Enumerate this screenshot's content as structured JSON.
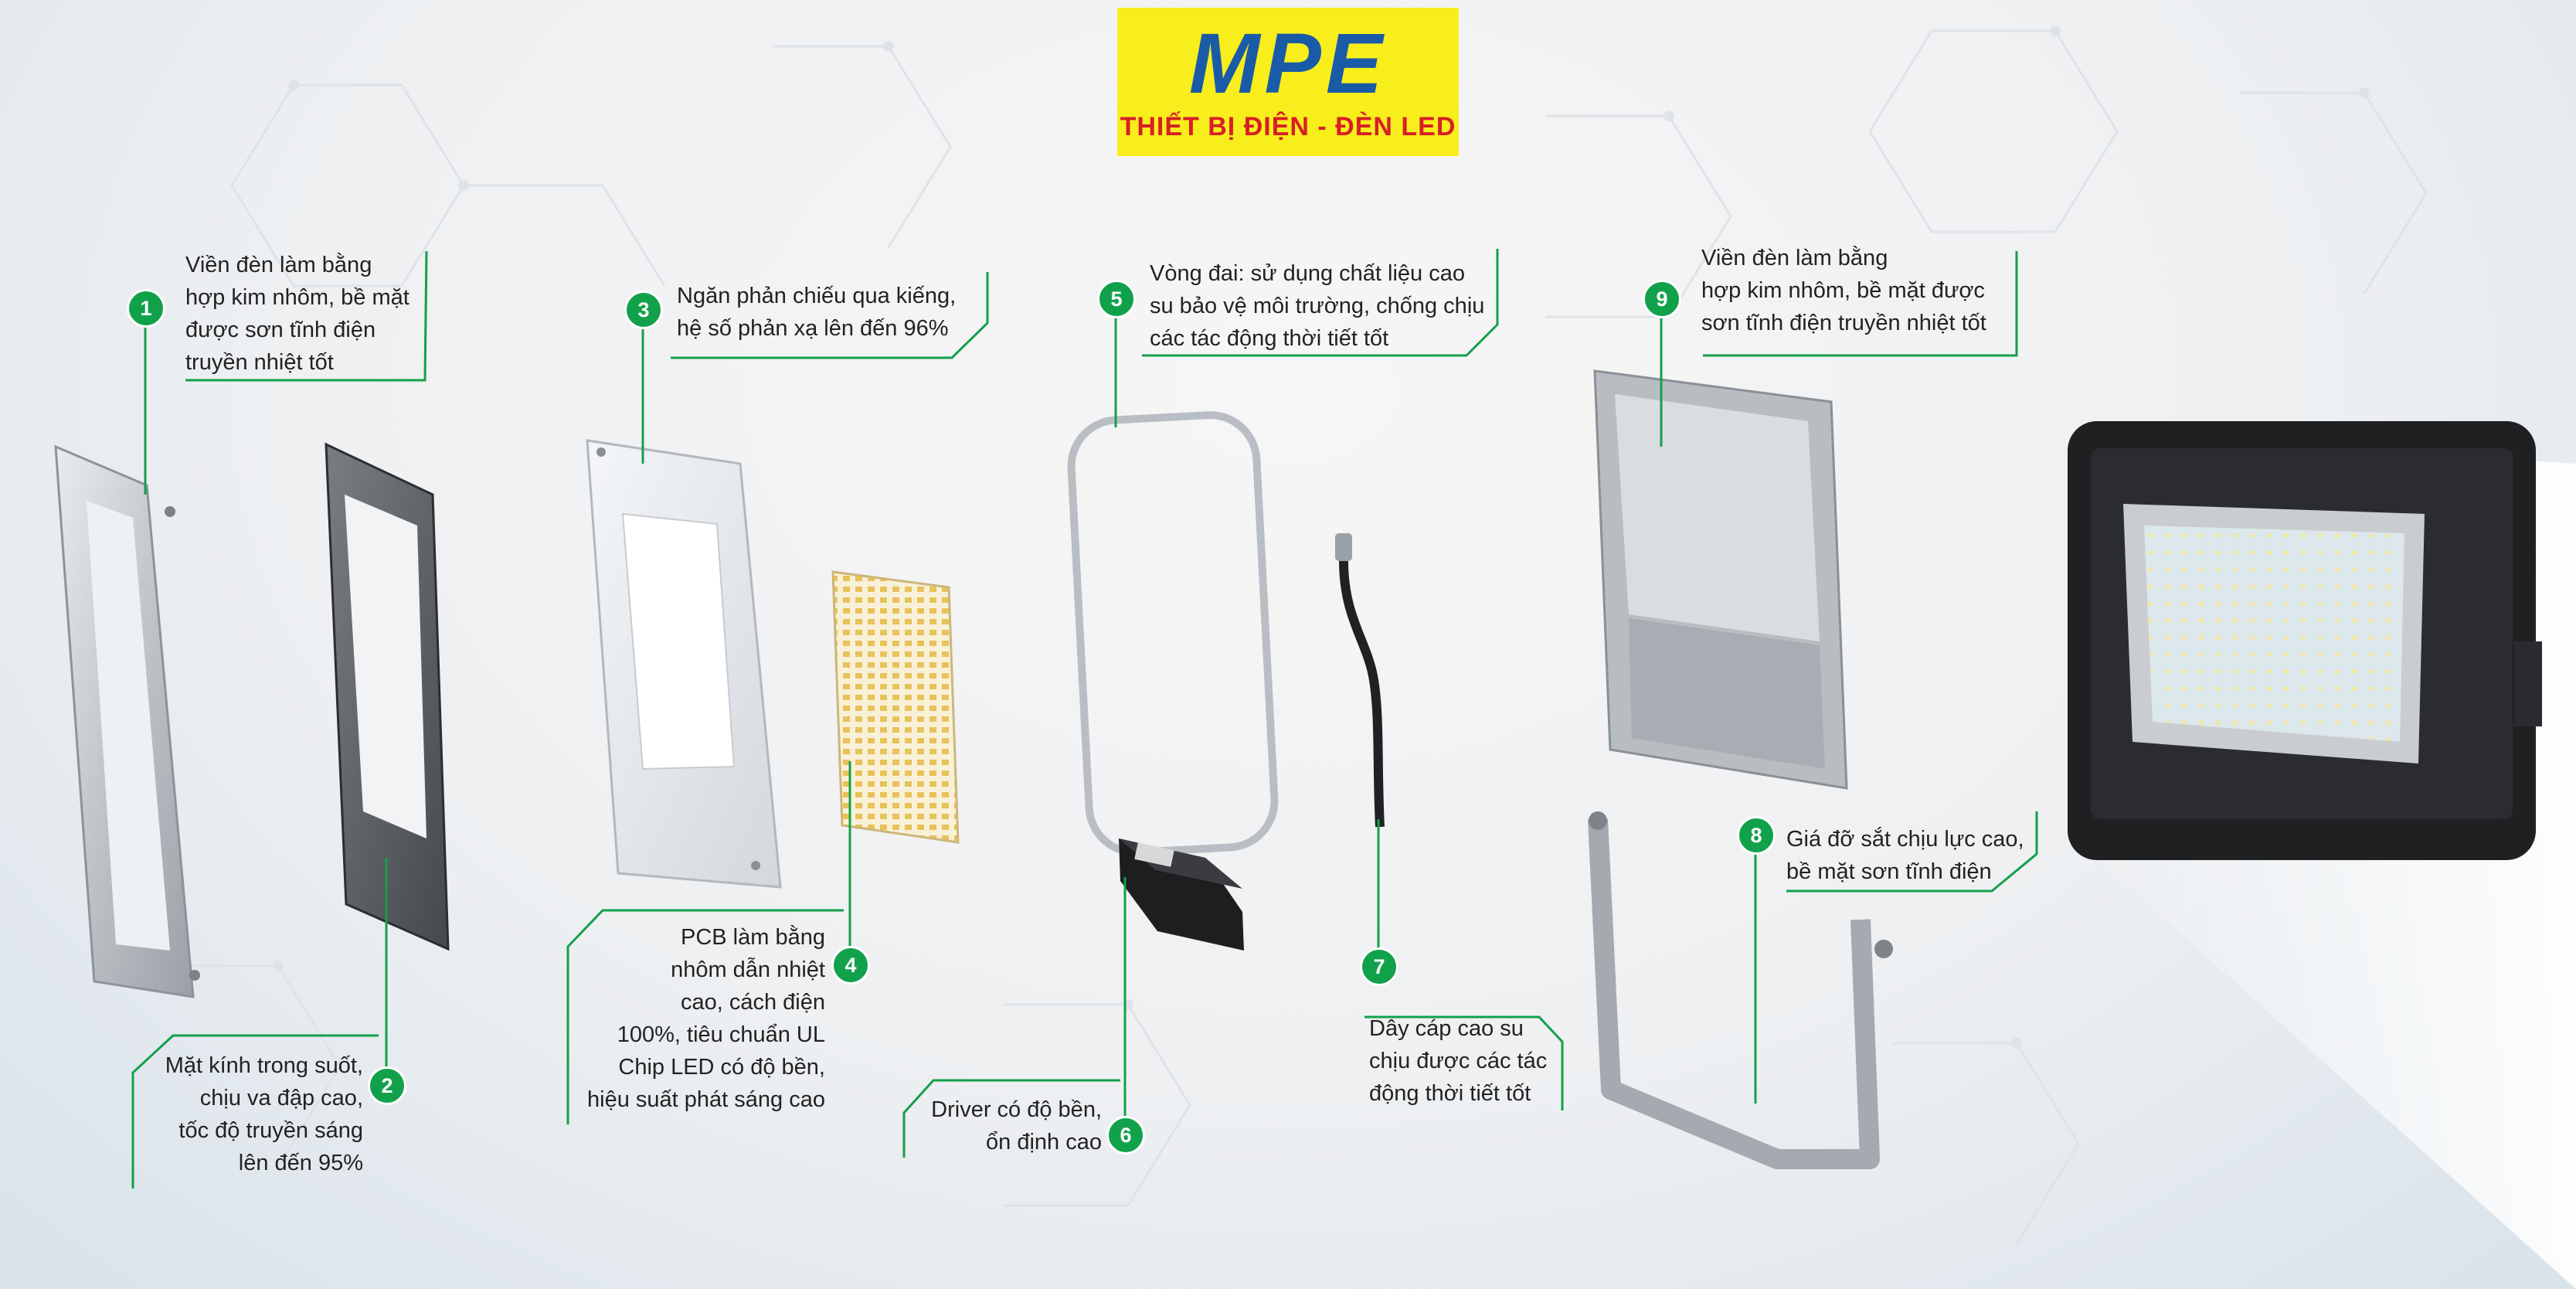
{
  "brand": {
    "name": "MPE",
    "tagline": "THIẾT BỊ ĐIỆN - ĐÈN LED",
    "colors": {
      "logo_bg": "#f7ee1c",
      "logo_text": "#1a5ba8",
      "tagline": "#d71f26",
      "accent": "#12a14b"
    }
  },
  "callouts": [
    {
      "number": "1",
      "lines": [
        "Viền đèn làm bằng",
        "hợp kim nhôm, bề mặt",
        "được sơn tĩnh điện",
        "truyền nhiệt tốt"
      ]
    },
    {
      "number": "2",
      "lines": [
        "Mặt kính trong suốt,",
        "chịu va đập cao,",
        "tốc độ truyền sáng",
        "lên đến 95%"
      ]
    },
    {
      "number": "3",
      "lines": [
        "Ngăn phản chiếu qua kiếng,",
        "hệ số phản xạ lên đến 96%"
      ]
    },
    {
      "number": "4",
      "lines": [
        "PCB làm bằng",
        "nhôm dẫn nhiệt",
        "cao,  cách điện",
        "100%, tiêu chuẩn UL",
        "Chip LED có độ bền,",
        "hiệu suất phát sáng cao"
      ]
    },
    {
      "number": "5",
      "lines": [
        "Vòng đai: sử dụng chất liệu cao",
        "su bảo vệ môi trường, chống chịu",
        "các tác động thời tiết tốt"
      ]
    },
    {
      "number": "6",
      "lines": [
        "Driver có độ bền,",
        "ổn định cao"
      ]
    },
    {
      "number": "7",
      "lines": [
        "Dây cáp cao su",
        "chịu được các tác",
        "động thời tiết tốt"
      ]
    },
    {
      "number": "8",
      "lines": [
        "Giá đỡ sắt chịu lực cao,",
        "bề mặt sơn tĩnh điện"
      ]
    },
    {
      "number": "9",
      "lines": [
        "Viền đèn làm bằng",
        "hợp kim nhôm, bề mặt được",
        "sơn tĩnh điện truyền nhiệt tốt"
      ]
    }
  ],
  "icons": [
    "front-frame",
    "glass-panel",
    "reflector",
    "led-board",
    "gasket-ring",
    "driver-box",
    "cable",
    "housing",
    "bracket",
    "assembled-floodlight"
  ]
}
